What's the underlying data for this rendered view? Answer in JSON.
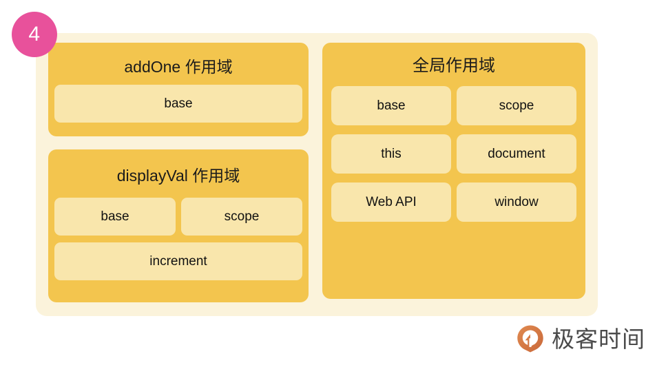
{
  "slide": {
    "step_number": "4",
    "colors": {
      "badge_pink": "#E8519B",
      "panel_cream": "#FBF3DB",
      "scope_gold": "#F3C54E",
      "chip_yellow": "#F9E6AC",
      "text_dark": "#111111",
      "brand_orange": "#D9793F",
      "brand_text_gray": "#4A4A4A"
    }
  },
  "left_column": {
    "scopes": [
      {
        "title": "addOne 作用域",
        "rows": [
          {
            "chips": [
              {
                "label": "base",
                "full": true
              }
            ]
          }
        ]
      },
      {
        "title": "displayVal 作用域",
        "rows": [
          {
            "chips": [
              {
                "label": "base",
                "full": false
              },
              {
                "label": "scope",
                "full": false
              }
            ]
          },
          {
            "chips": [
              {
                "label": "increment",
                "full": true
              }
            ]
          }
        ]
      }
    ]
  },
  "right_column": {
    "scopes": [
      {
        "title": "全局作用域",
        "rows": [
          {
            "chips": [
              {
                "label": "base",
                "full": false
              },
              {
                "label": "scope",
                "full": false
              }
            ]
          },
          {
            "chips": [
              {
                "label": "this",
                "full": false
              },
              {
                "label": "document",
                "full": false
              }
            ]
          },
          {
            "chips": [
              {
                "label": "Web API",
                "full": false
              },
              {
                "label": "window",
                "full": false
              }
            ]
          }
        ]
      }
    ]
  },
  "brand": {
    "name": "极客时间",
    "icon": "geektime-droplet-logo-icon"
  }
}
